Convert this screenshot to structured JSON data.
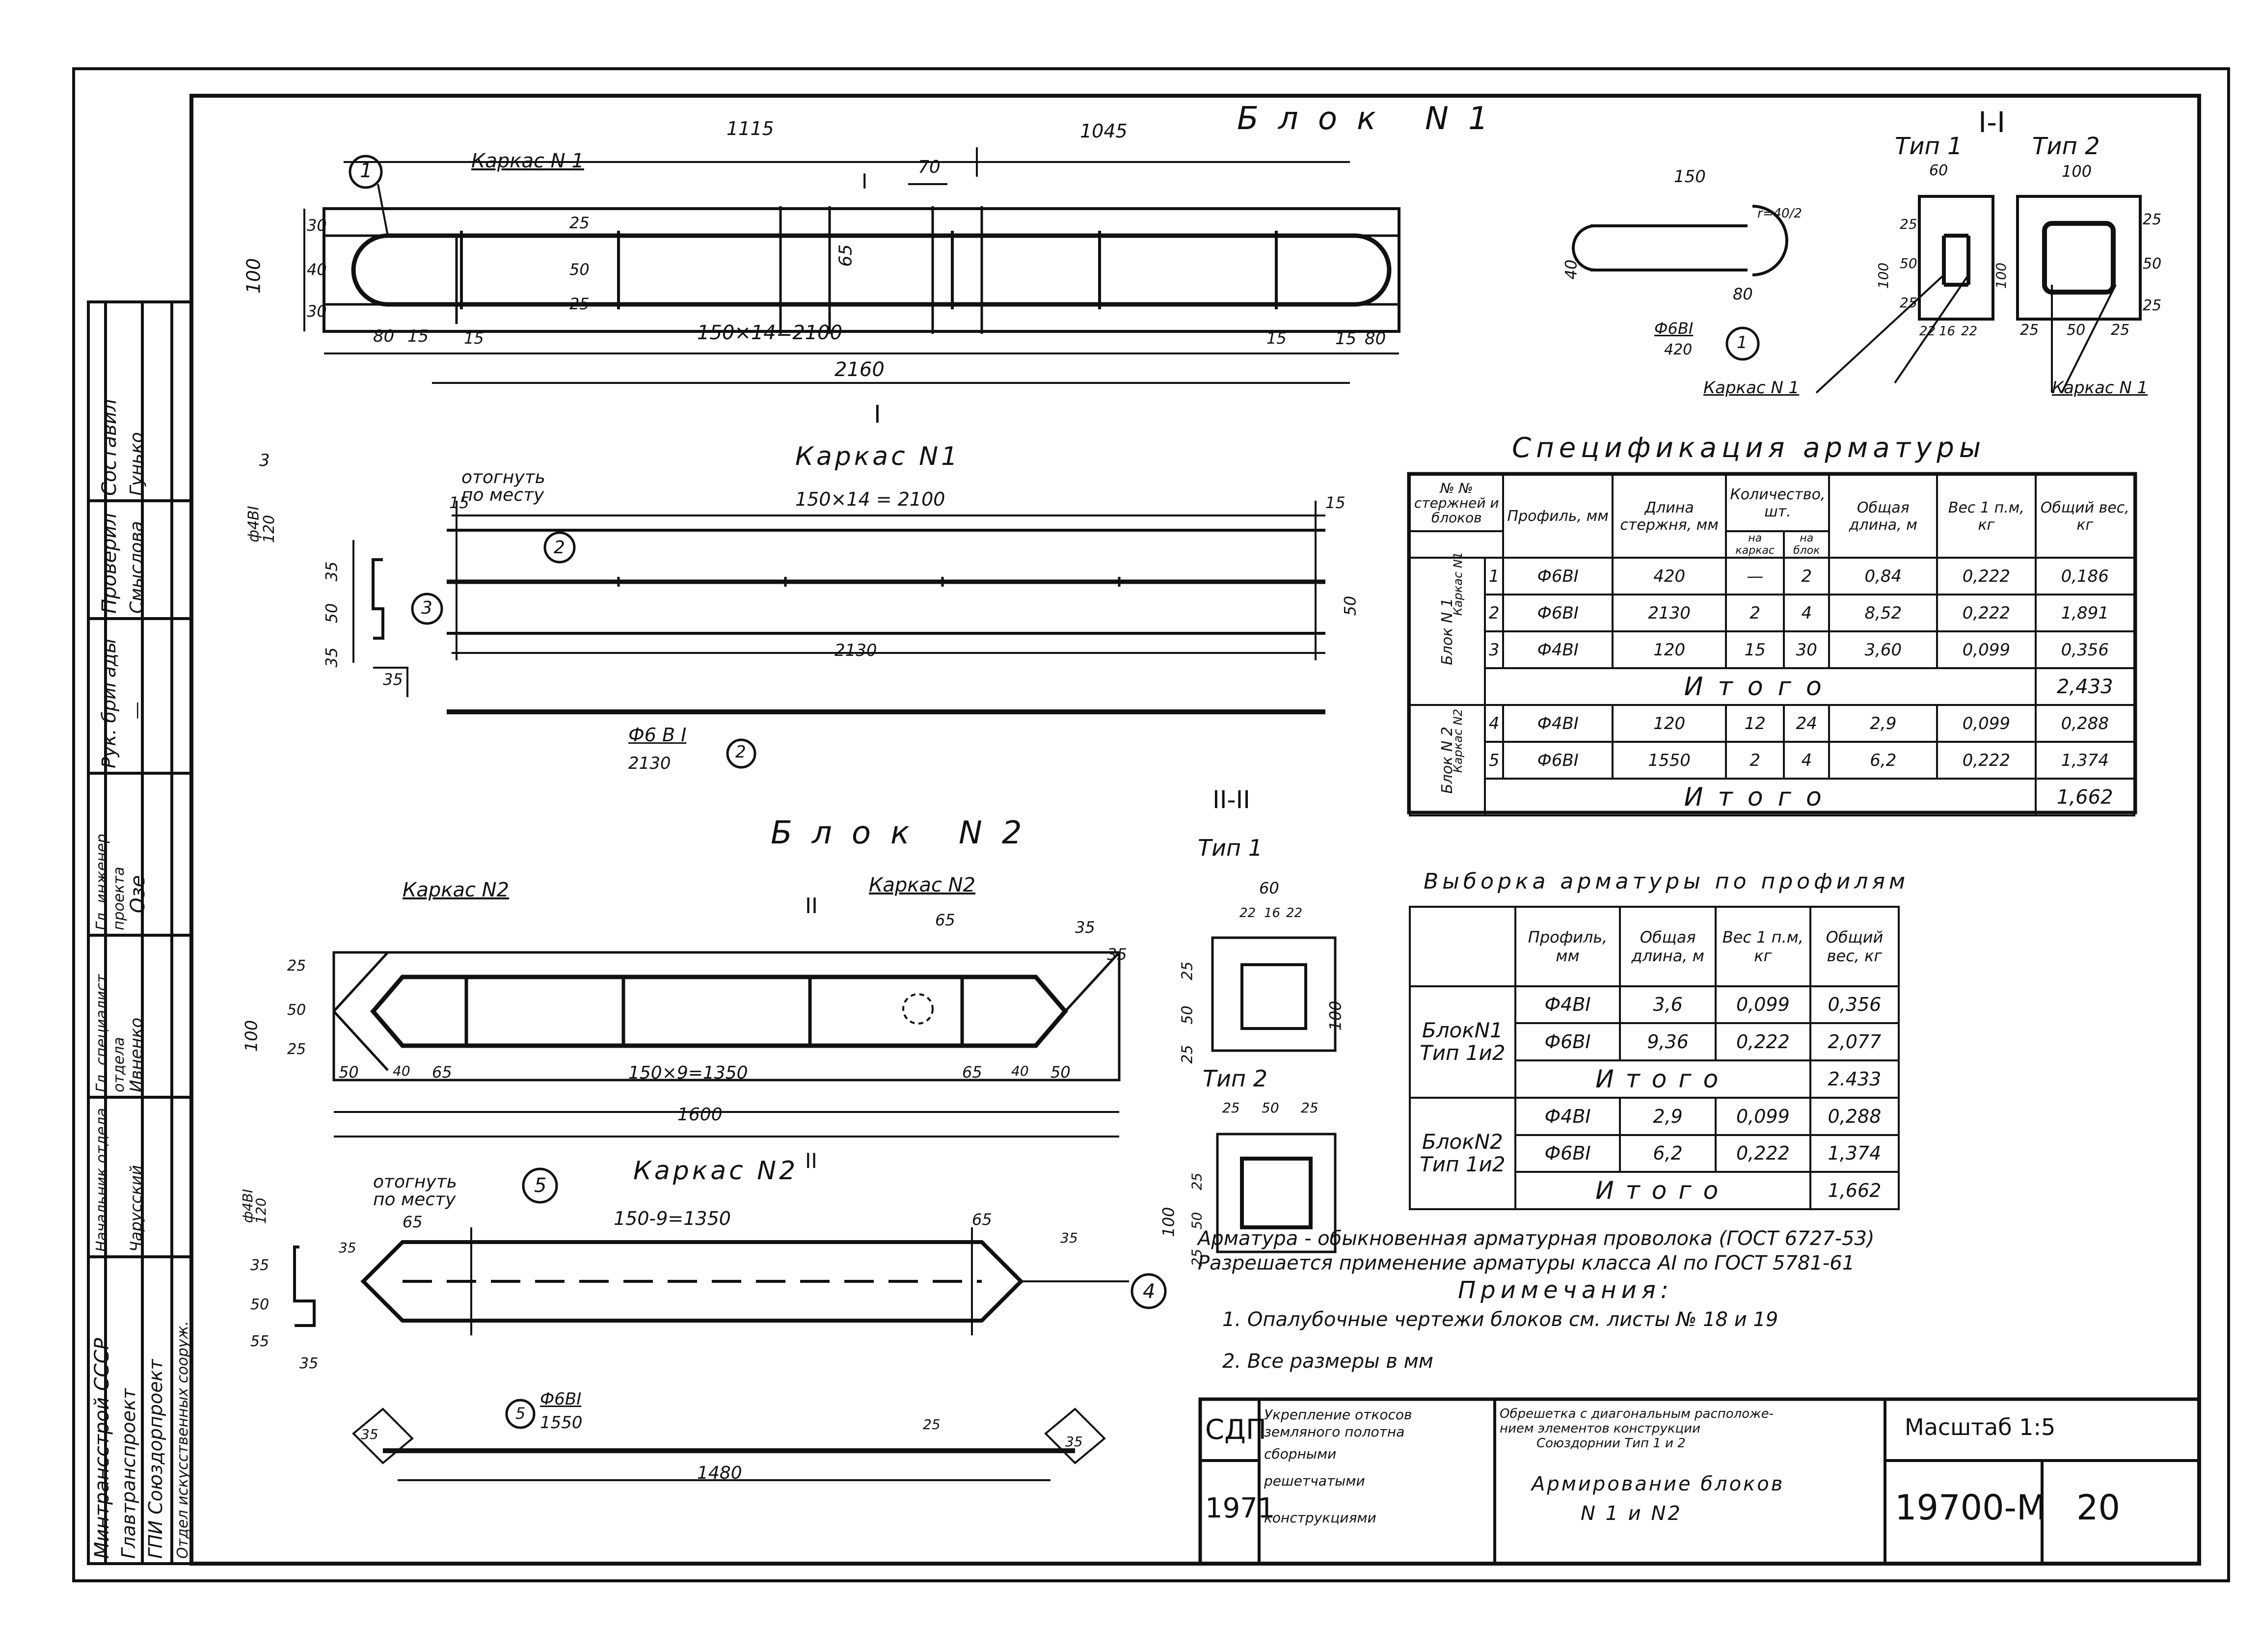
{
  "block1": {
    "title": "Блок N1",
    "karkas_label": "Каркас N 1",
    "marker1": "1",
    "section_mark": "I",
    "dims": {
      "d1115": "1115",
      "d1045": "1045",
      "d70": "70",
      "d65": "65",
      "d100": "100",
      "d30a": "30",
      "d40": "40",
      "d30b": "30",
      "d25a": "25",
      "d50": "50",
      "d25b": "25",
      "d80a": "80",
      "d15a": "15",
      "d15b": "15",
      "d2100": "150×14=2100",
      "d15c": "15",
      "d15d": "15",
      "d80b": "80",
      "d2160": "2160"
    }
  },
  "karkas1": {
    "title": "Каркас N1",
    "roman": "I",
    "note": "отогнуть по месту",
    "dim2100": "150×14 = 2100",
    "d15l": "15",
    "d15r": "15",
    "d35a": "35",
    "d50a": "50",
    "d35b": "35",
    "d35c": "35",
    "d50r": "50",
    "d2130": "2130",
    "m2": "2",
    "m3": "3",
    "m3b": "3",
    "rod3": "ф4BI",
    "rod3len": "120",
    "rod2": "Ф6 B I",
    "rod2len": "2130",
    "rod2m": "2"
  },
  "section1": {
    "title": "I-I",
    "type1": "Тип 1",
    "type2": "Тип 2",
    "d150": "150",
    "d40": "40",
    "d80": "80",
    "d420": "420",
    "r": "r=40/2",
    "rod": "Ф6BI",
    "m1": "1",
    "t1w": "60",
    "t1a": "25",
    "t1b": "50",
    "t1c": "25",
    "t1h": "100",
    "t1x": "22",
    "t1y": "16",
    "t1z": "22",
    "t2w": "100",
    "t2a": "25",
    "t2b": "50",
    "t2c": "25",
    "t2h": "100",
    "t2x": "25",
    "t2y": "50",
    "t2z": "25",
    "karkas_a": "Каркас N 1",
    "karkas_b": "Каркас N 1"
  },
  "spec": {
    "title": "Спецификация арматуры",
    "h_num": "№ № стержней и блоков",
    "h_prof": "Профиль, мм",
    "h_len": "Длина стержня, мм",
    "h_qty": "Количество, шт.",
    "h_qty_k": "на каркас",
    "h_qty_b": "на блок",
    "h_total_len": "Общая длина, м",
    "h_w": "Вес 1 п.м, кг",
    "h_tw": "Общий вес, кг",
    "block1": "Блок N 1",
    "karkas1": "Каркас N1",
    "block2": "Блок N 2",
    "karkas2": "Каркас N2",
    "rows1": [
      {
        "n": "1",
        "p": "Ф6BI",
        "l": "420",
        "k": "—",
        "b": "2",
        "tl": "0,84",
        "w": "0,222",
        "tw": "0,186"
      },
      {
        "n": "2",
        "p": "Ф6BI",
        "l": "2130",
        "k": "2",
        "b": "4",
        "tl": "8,52",
        "w": "0,222",
        "tw": "1,891"
      },
      {
        "n": "3",
        "p": "Ф4BI",
        "l": "120",
        "k": "15",
        "b": "30",
        "tl": "3,60",
        "w": "0,099",
        "tw": "0,356"
      }
    ],
    "total1_label": "Итого",
    "total1": "2,433",
    "rows2": [
      {
        "n": "4",
        "p": "Ф4BI",
        "l": "120",
        "k": "12",
        "b": "24",
        "tl": "2,9",
        "w": "0,099",
        "tw": "0,288"
      },
      {
        "n": "5",
        "p": "Ф6BI",
        "l": "1550",
        "k": "2",
        "b": "4",
        "tl": "6,2",
        "w": "0,222",
        "tw": "1,374"
      }
    ],
    "total2_label": "Итого",
    "total2": "1,662"
  },
  "vyborka": {
    "title": "Выборка арматуры по профилям",
    "h_prof": "Профиль, мм",
    "h_len": "Общая длина, м",
    "h_w": "Вес 1 п.м, кг",
    "h_tw": "Общий вес, кг",
    "b1": "БлокN1 Тип 1и2",
    "r1": [
      {
        "p": "Ф4BI",
        "l": "3,6",
        "w": "0,099",
        "tw": "0,356"
      },
      {
        "p": "Ф6BI",
        "l": "9,36",
        "w": "0,222",
        "tw": "2,077"
      }
    ],
    "t1": "Итого",
    "t1v": "2.433",
    "b2": "БлокN2 Тип 1и2",
    "r2": [
      {
        "p": "Ф4BI",
        "l": "2,9",
        "w": "0,099",
        "tw": "0,288"
      },
      {
        "p": "Ф6BI",
        "l": "6,2",
        "w": "0,222",
        "tw": "1,374"
      }
    ],
    "t2": "Итого",
    "t2v": "1,662"
  },
  "block2": {
    "title": "Блок N2",
    "karkas_a": "Каркас N2",
    "karkas_b": "Каркас N2",
    "roman": "II",
    "d65": "65",
    "d35a": "35",
    "d35b": "35",
    "d100": "100",
    "d25a": "25",
    "d50": "50",
    "d25b": "25",
    "d50a": "50",
    "d40a": "40",
    "d65a": "65",
    "d1350": "150×9=1350",
    "d65b": "65",
    "d40b": "40",
    "d50b": "50",
    "d1600": "1600"
  },
  "section2": {
    "title": "II-II",
    "type1": "Тип 1",
    "type2": "Тип 2",
    "t1w": "60",
    "t1x": "22",
    "t1y": "16",
    "t1z": "22",
    "t1a": "25",
    "t1b": "50",
    "t1c": "25",
    "t1h": "100",
    "t2a": "25",
    "t2b": "50",
    "t2c": "25",
    "t2h": "100",
    "t2x": "25",
    "t2y": "50",
    "t2z": "25"
  },
  "karkas2": {
    "title": "Каркас N2",
    "roman": "II",
    "note": "отогнуть по месту",
    "m5": "5",
    "m4": "4",
    "rod4": "ф4BI",
    "rod4len": "120",
    "d1350": "150-9=1350",
    "d65a": "65",
    "d65b": "65",
    "d35a": "35",
    "d35b": "35",
    "d35c": "35",
    "d50": "50",
    "d55": "55",
    "d35d": "35",
    "rod5": "Ф6BI",
    "rod5len": "1550",
    "rod5m": "5",
    "d1480": "1480",
    "d35e": "35",
    "d35f": "35",
    "d25": "25"
  },
  "notes": {
    "line1": "Арматура - обыкновенная арматурная проволока (ГОСТ 6727-53)",
    "line2": "Разрешается применение арматуры класса АI по ГОСТ 5781-61",
    "title": "Примечания:",
    "n1": "1. Опалубочные чертежи блоков см. листы № 18 и 19",
    "n2": "2. Все размеры в мм"
  },
  "stamp": {
    "org": "СДП",
    "year": "1971",
    "c1a": "Укрепление откосов",
    "c1b": "земляного полотна",
    "c1c": "сборными",
    "c1d": "решетчатыми",
    "c1e": "конструкциями",
    "c2a": "Обрешетка с диагональным расположе-",
    "c2b": "нием элементов конструкции",
    "c2c": "Союздорнии Тип 1 и 2",
    "c3a": "Армирование блоков",
    "c3b": "N 1 и N2",
    "scale": "Масштаб 1:5",
    "code": "19700-М",
    "sheet": "20"
  },
  "side": {
    "r1a": "Составил",
    "r1b": "Гунько",
    "r2a": "Проверил",
    "r2b": "Смыслова",
    "r3a": "Рук. бригады",
    "r3b": "—",
    "r4a": "Гл. инженер проекта",
    "r4b": "Озе",
    "r5a": "Гл. специалист отдела",
    "r5b": "Ивненко",
    "r6a": "Начальник отдела",
    "r6b": "Чарусский",
    "org1": "Минтрансстрой СССР",
    "org2": "Главтранспроект",
    "org3": "ГПИ Союздорпроект",
    "org4": "Отдел искусственных сооруж."
  }
}
